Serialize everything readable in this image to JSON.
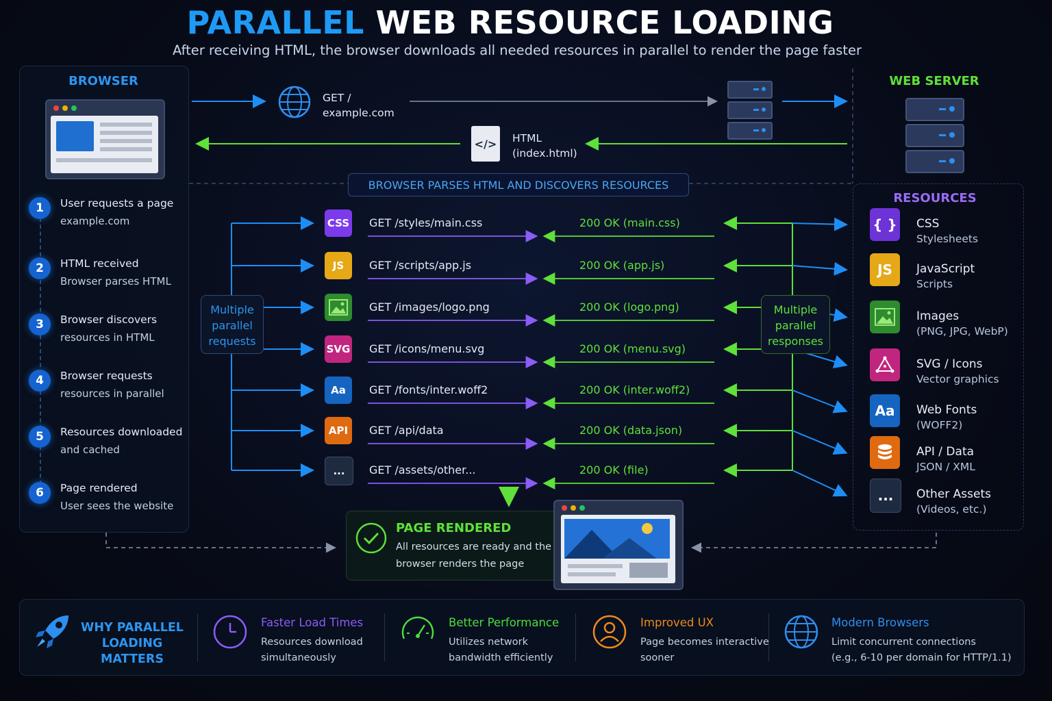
{
  "title": {
    "accent": "PARALLEL",
    "rest": "WEB RESOURCE LOADING"
  },
  "subtitle": "After receiving HTML, the browser downloads all needed resources in parallel to render the page faster",
  "browser": {
    "header": "BROWSER",
    "steps": [
      {
        "num": "1",
        "line1": "User requests a page",
        "line2": "example.com"
      },
      {
        "num": "2",
        "line1": "HTML received",
        "line2": "Browser parses HTML"
      },
      {
        "num": "3",
        "line1": "Browser discovers",
        "line2": "resources in HTML"
      },
      {
        "num": "4",
        "line1": "Browser requests",
        "line2": "resources in parallel"
      },
      {
        "num": "5",
        "line1": "Resources downloaded",
        "line2": "and cached"
      },
      {
        "num": "6",
        "line1": "Page rendered",
        "line2": "User sees the website"
      }
    ]
  },
  "web_server": {
    "header": "WEB SERVER"
  },
  "top_flow": {
    "get_line1": "GET /",
    "get_line2": "example.com",
    "html_line1": "HTML",
    "html_line2": "(index.html)",
    "html_icon": "</>"
  },
  "parse_banner": "BROWSER PARSES HTML AND DISCOVERS RESOURCES",
  "multiple_requests": {
    "l1": "Multiple",
    "l2": "parallel",
    "l3": "requests"
  },
  "multiple_responses": {
    "l1": "Multiple",
    "l2": "parallel",
    "l3": "responses"
  },
  "requests": [
    {
      "icon": "CSS",
      "color": "#7c3aed",
      "request": "GET /styles/main.css",
      "response": "200 OK (main.css)"
    },
    {
      "icon": "JS",
      "color": "#e6a817",
      "request": "GET /scripts/app.js",
      "response": "200 OK (app.js)"
    },
    {
      "icon": "image-icon",
      "color": "#2e8b2e",
      "request": "GET /images/logo.png",
      "response": "200 OK (logo.png)"
    },
    {
      "icon": "SVG",
      "color": "#c0267f",
      "request": "GET /icons/menu.svg",
      "response": "200 OK (menu.svg)"
    },
    {
      "icon": "Aa",
      "color": "#1565c0",
      "request": "GET /fonts/inter.woff2",
      "response": "200 OK (inter.woff2)"
    },
    {
      "icon": "API",
      "color": "#e06a10",
      "request": "GET /api/data",
      "response": "200 OK (data.json)"
    },
    {
      "icon": "...",
      "color": "#1e2a40",
      "request": "GET /assets/other...",
      "response": "200 OK  (file)"
    }
  ],
  "resources": {
    "header": "RESOURCES",
    "items": [
      {
        "icon": "{ }",
        "color": "#6d33d6",
        "title": "CSS",
        "sub": "Stylesheets"
      },
      {
        "icon": "JS",
        "color": "#e6a817",
        "title": "JavaScript",
        "sub": "Scripts"
      },
      {
        "icon": "image-icon",
        "color": "#2e8b2e",
        "title": "Images",
        "sub": "(PNG, JPG, WebP)"
      },
      {
        "icon": "vector-icon",
        "color": "#c0267f",
        "title": "SVG / Icons",
        "sub": "Vector graphics"
      },
      {
        "icon": "Aa",
        "color": "#1565c0",
        "title": "Web Fonts",
        "sub": "(WOFF2)"
      },
      {
        "icon": "database-icon",
        "color": "#e06a10",
        "title": "API / Data",
        "sub": "JSON / XML"
      },
      {
        "icon": "...",
        "color": "#1e2a40",
        "title": "Other Assets",
        "sub": "(Videos, etc.)"
      }
    ]
  },
  "page_rendered": {
    "title": "PAGE RENDERED",
    "line1": "All resources are ready and the",
    "line2": "browser renders the page"
  },
  "why": {
    "title_l1": "WHY PARALLEL",
    "title_l2": "LOADING MATTERS",
    "items": [
      {
        "icon": "clock-icon",
        "color": "#8b5cf6",
        "title": "Faster Load Times",
        "l1": "Resources download",
        "l2": "simultaneously"
      },
      {
        "icon": "gauge-icon",
        "color": "#4ade3a",
        "title": "Better Performance",
        "l1": "Utilizes network",
        "l2": "bandwidth efficiently"
      },
      {
        "icon": "user-icon",
        "color": "#f08a1c",
        "title": "Improved UX",
        "l1": "Page becomes interactive",
        "l2": "sooner"
      },
      {
        "icon": "globe-icon",
        "color": "#2e8ff0",
        "title": "Modern Browsers",
        "l1": "Limit concurrent connections",
        "l2": "(e.g., 6-10 per domain for HTTP/1.1)"
      }
    ]
  },
  "colors": {
    "blue": "#1e8ef5",
    "green": "#5fe03a",
    "purple": "#8b5cf6",
    "orange": "#f08a1c"
  }
}
